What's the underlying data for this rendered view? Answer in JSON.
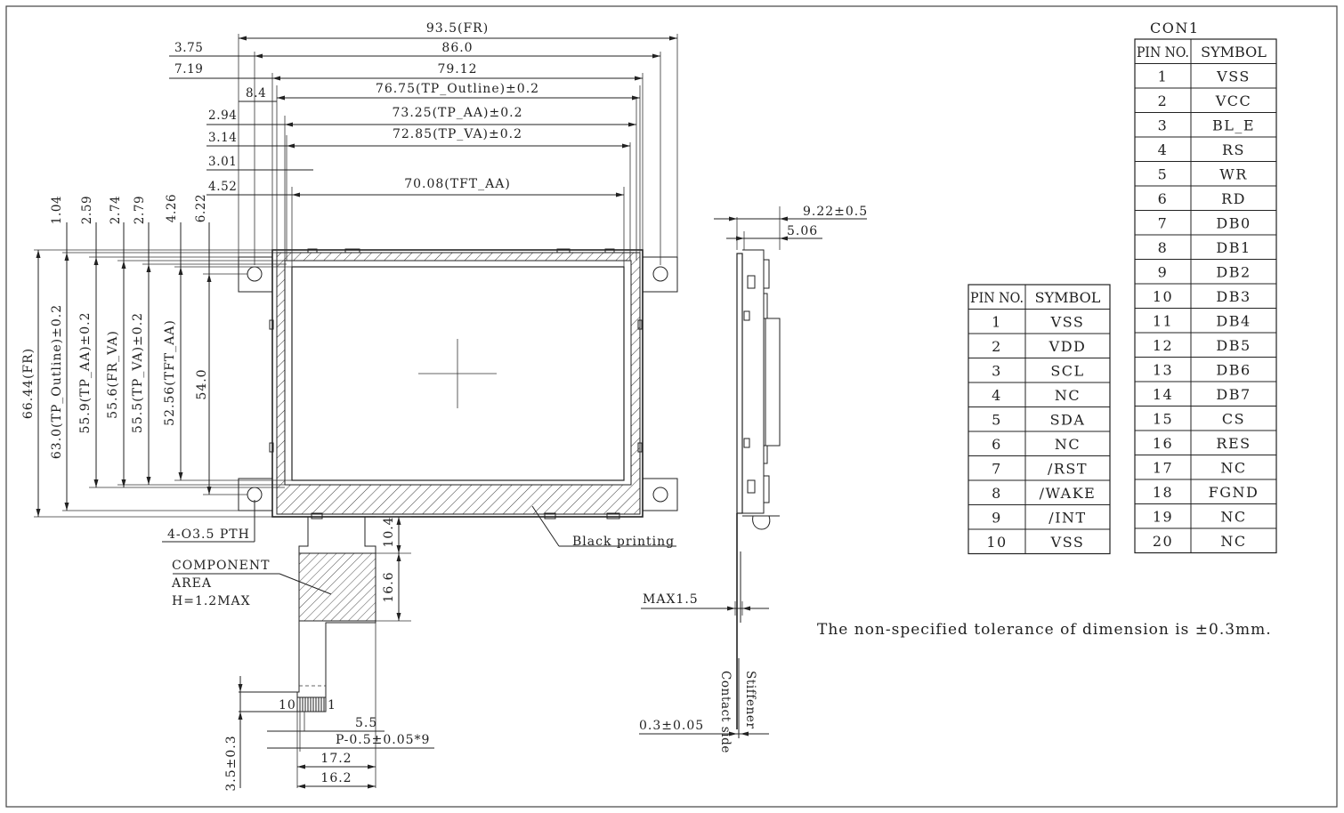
{
  "horizontal_dims": {
    "fr_width": "93.5(FR)",
    "w_86": "86.0",
    "w_79": "79.12",
    "tp_outline": "76.75(TP_Outline)±0.2",
    "tp_aa": "73.25(TP_AA)±0.2",
    "tp_va": "72.85(TP_VA)±0.2",
    "tft_aa": "70.08(TFT_AA)",
    "off_375": "3.75",
    "off_719": "7.19",
    "off_84": "8.4",
    "off_294": "2.94",
    "off_314": "3.14",
    "off_301": "3.01",
    "off_452": "4.52"
  },
  "vertical_dims": {
    "fr_height": "66.44(FR)",
    "tp_outline": "63.0(TP_Outline)±0.2",
    "tp_aa": "55.9(TP_AA)±0.2",
    "fr_va": "55.6(FR_VA)",
    "tp_va": "55.5(TP_VA)±0.2",
    "tft_aa": "52.56(TFT_AA)",
    "h_54": "54.0",
    "off_104": "1.04",
    "off_259": "2.59",
    "off_274": "2.74",
    "off_279": "2.79",
    "off_426": "4.26",
    "off_622": "6.22"
  },
  "labels": {
    "holes": "4-O3.5 PTH",
    "component_1": "COMPONENT",
    "component_2": "AREA",
    "component_3": "H=1.2MAX",
    "black_printing": "Black printing",
    "fpc_104": "10.4",
    "fpc_166": "16.6",
    "pin10": "10",
    "pin1": "1",
    "d_55": "5.5",
    "pitch": "P-0.5±0.05*9",
    "w_172": "17.2",
    "w_162": "16.2",
    "h_35": "3.5±0.3"
  },
  "side_view": {
    "thick_922": "9.22±0.5",
    "thick_506": "5.06",
    "max15": "MAX1.5",
    "fpc_thick": "0.3±0.05",
    "stiffener": "Stiffener",
    "contact_side": "Contact side"
  },
  "pin_table": {
    "headers": [
      "PIN NO.",
      "SYMBOL"
    ],
    "rows": [
      [
        "1",
        "VSS"
      ],
      [
        "2",
        "VDD"
      ],
      [
        "3",
        "SCL"
      ],
      [
        "4",
        "NC"
      ],
      [
        "5",
        "SDA"
      ],
      [
        "6",
        "NC"
      ],
      [
        "7",
        "/RST"
      ],
      [
        "8",
        "/WAKE"
      ],
      [
        "9",
        "/INT"
      ],
      [
        "10",
        "VSS"
      ]
    ]
  },
  "con1_table": {
    "title": "CON1",
    "headers": [
      "PIN NO.",
      "SYMBOL"
    ],
    "rows": [
      [
        "1",
        "VSS"
      ],
      [
        "2",
        "VCC"
      ],
      [
        "3",
        "BL_E"
      ],
      [
        "4",
        "RS"
      ],
      [
        "5",
        "WR"
      ],
      [
        "6",
        "RD"
      ],
      [
        "7",
        "DB0"
      ],
      [
        "8",
        "DB1"
      ],
      [
        "9",
        "DB2"
      ],
      [
        "10",
        "DB3"
      ],
      [
        "11",
        "DB4"
      ],
      [
        "12",
        "DB5"
      ],
      [
        "13",
        "DB6"
      ],
      [
        "14",
        "DB7"
      ],
      [
        "15",
        "CS"
      ],
      [
        "16",
        "RES"
      ],
      [
        "17",
        "NC"
      ],
      [
        "18",
        "FGND"
      ],
      [
        "19",
        "NC"
      ],
      [
        "20",
        "NC"
      ]
    ]
  },
  "tolerance_note": "The non-specified tolerance of dimension is ±0.3mm."
}
